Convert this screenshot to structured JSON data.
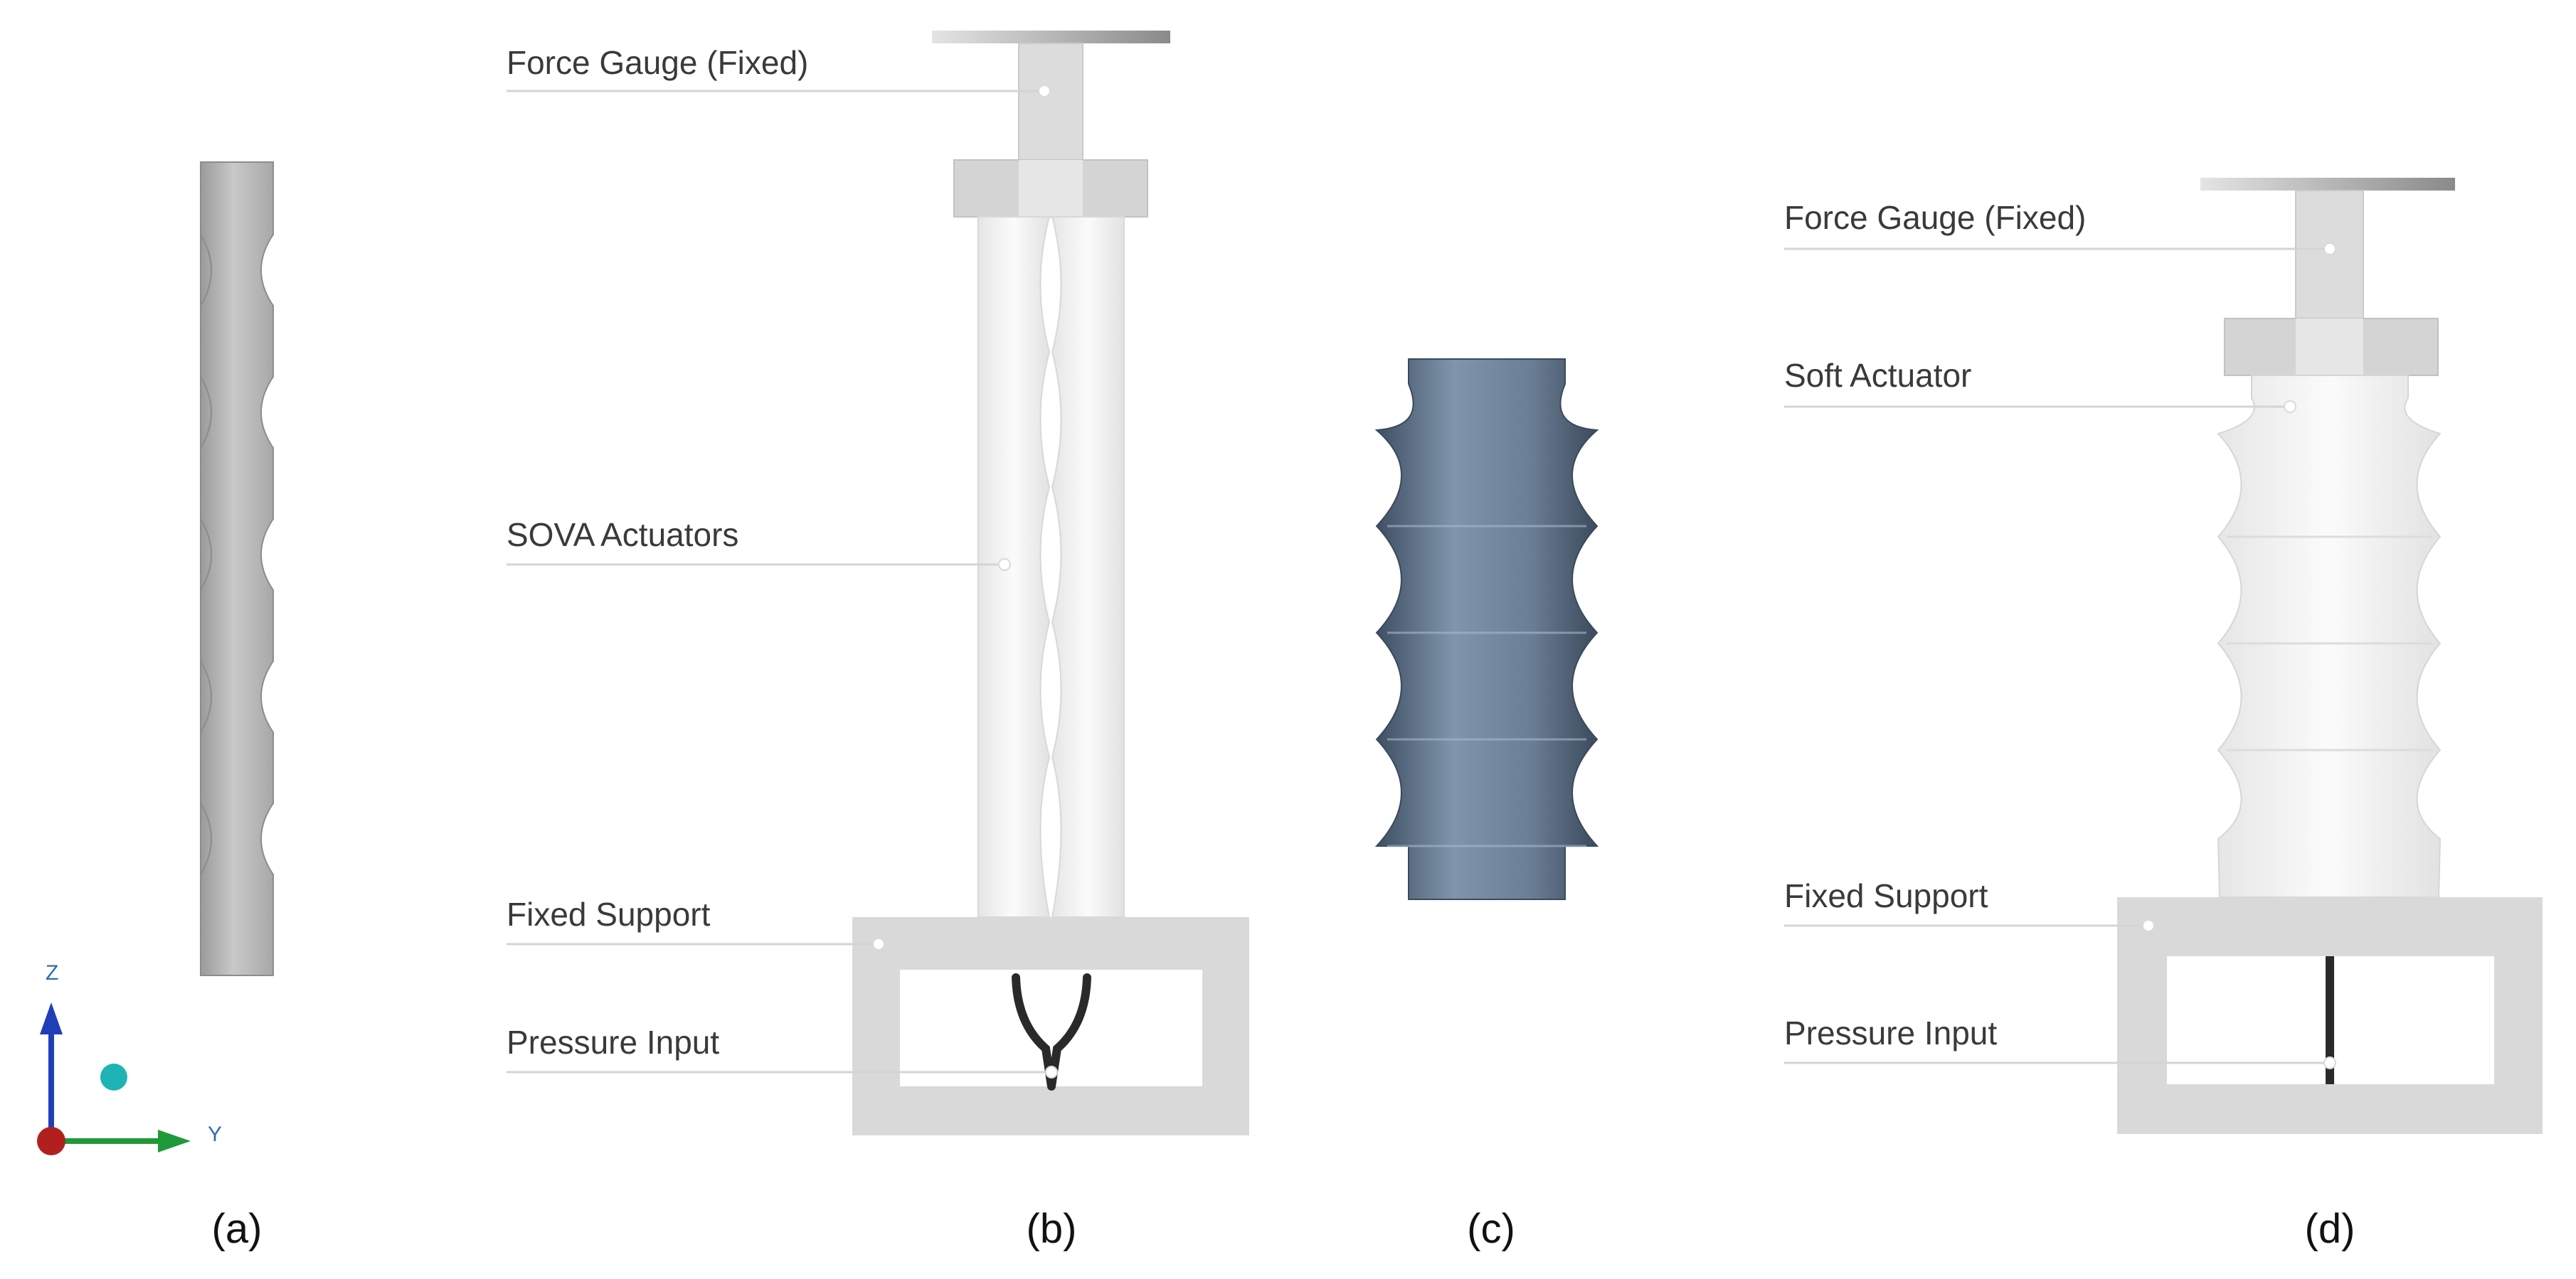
{
  "panels": {
    "a": {
      "caption": "(a)"
    },
    "b": {
      "caption": "(b)",
      "labels": {
        "force_gauge": "Force Gauge (Fixed)",
        "actuators": "SOVA Actuators",
        "fixed_support": "Fixed Support",
        "pressure_input": "Pressure Input"
      }
    },
    "c": {
      "caption": "(c)"
    },
    "d": {
      "caption": "(d)",
      "labels": {
        "force_gauge": "Force Gauge (Fixed)",
        "actuator": "Soft Actuator",
        "fixed_support": "Fixed Support",
        "pressure_input": "Pressure Input"
      }
    }
  },
  "triad": {
    "z_label": "Z",
    "y_label": "Y"
  },
  "colors": {
    "actuator_grey": "#bcbcbc",
    "actuator_white": "#f2f2f2",
    "actuator_blue": "#6b7f96",
    "support_grey": "#d9d9d9",
    "tube_black": "#2a2a2a",
    "axis_z": "#1f3fb8",
    "axis_y": "#1f9a3a",
    "axis_origin": "#b21f1f",
    "axis_x_dot": "#1fb4b4"
  }
}
